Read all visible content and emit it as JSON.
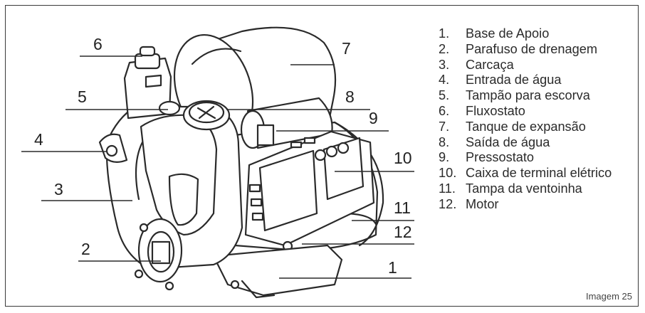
{
  "callouts": [
    "1",
    "2",
    "3",
    "4",
    "5",
    "6",
    "7",
    "8",
    "9",
    "10",
    "11",
    "12"
  ],
  "legend": [
    {
      "num": "1.",
      "text": "Base de Apoio"
    },
    {
      "num": "2.",
      "text": "Parafuso de drenagem"
    },
    {
      "num": "3.",
      "text": "Carcaça"
    },
    {
      "num": "4.",
      "text": "Entrada de água"
    },
    {
      "num": "5.",
      "text": "Tampão para escorva"
    },
    {
      "num": "6.",
      "text": "Fluxostato"
    },
    {
      "num": "7.",
      "text": "Tanque de expansão"
    },
    {
      "num": "8.",
      "text": "Saída de água"
    },
    {
      "num": "9.",
      "text": "Pressostato"
    },
    {
      "num": "10.",
      "text": "Caixa de terminal elétrico"
    },
    {
      "num": "11.",
      "text": "Tampa da ventoinha"
    },
    {
      "num": "12.",
      "text": "Motor"
    }
  ],
  "caption": "Imagem 25"
}
